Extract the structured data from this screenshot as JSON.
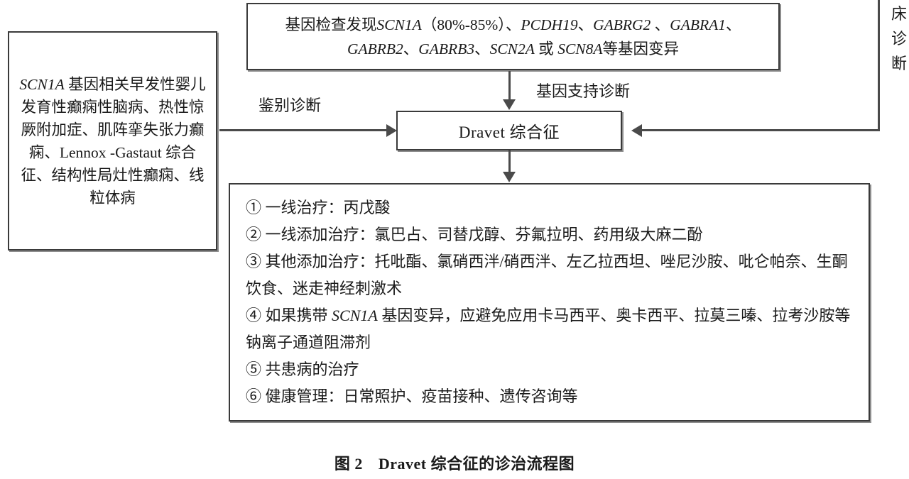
{
  "figure": {
    "caption_number": "图 2",
    "caption_title": "Dravet 综合征的诊治流程图"
  },
  "nodes": {
    "gene_box": {
      "line1_pre": "基因检查发现",
      "line1_gene1": "SCN1A",
      "line1_pct": "（80%-85%）、",
      "line1_gene2": "PCDH19",
      "line1_sep2": "、",
      "line1_gene3": "GABRG2",
      "line1_sep3": " 、",
      "line1_gene4": "GABRA1",
      "line1_sep4": "、",
      "line2_gene1": "GABRB2",
      "line2_sep1": "、",
      "line2_gene2": "GABRB3",
      "line2_sep2": "、",
      "line2_gene3": "SCN2A",
      "line2_or": " 或 ",
      "line2_gene4": "SCN8A",
      "line2_tail": "等基因变异",
      "full_text": "基因检查发现SCN1A（80%-85%）、PCDH19、GABRG2 、GABRA1、GABRB2、GABRB3、SCN2A 或 SCN8A等基因变异"
    },
    "differential_box": {
      "lead_gene": "SCN1A",
      "body_pre": " 基因相关早发性婴儿发育性癫痫性脑病、热性惊厥附加症、肌阵挛失张力癫痫、",
      "lennox": "Lennox -Gastaut",
      "body_post": " 综合征、结构性局灶性癫痫、线粒体病",
      "full_text": "SCN1A 基因相关早发性婴儿发育性癫痫性脑病、热性惊厥附加症、肌阵挛失张力癫痫、Lennox -Gastaut 综合征、结构性局灶性癫痫、线粒体病"
    },
    "dravet_box": {
      "label": "Dravet 综合征"
    },
    "treatment_box": {
      "items": [
        "① 一线治疗：丙戊酸",
        "② 一线添加治疗：氯巴占、司替戊醇、芬氟拉明、药用级大麻二酚",
        "③ 其他添加治疗：托吡酯、氯硝西泮/硝西泮、左乙拉西坦、唑尼沙胺、吡仑帕奈、生酮饮食、迷走神经刺激术",
        "④ 如果携带 SCN1A 基因变异，应避免应用卡马西平、奥卡西平、拉莫三嗪、拉考沙胺等钠离子通道阻滞剂",
        "⑤ 共患病的治疗",
        "⑥ 健康管理：日常照护、疫苗接种、遗传咨询等"
      ],
      "item3_pre": "③ 其他添加治疗：托吡酯、氯硝西泮/硝西泮、左乙拉西坦、唑尼沙胺、吡仑帕奈、生酮饮食、迷走神经刺激术",
      "item4_pre": "④ 如果携带 ",
      "item4_gene": "SCN1A",
      "item4_post": " 基因变异，应避免应用卡马西平、奥卡西平、拉莫三嗪、拉考沙胺等钠离子通道阻滞剂"
    }
  },
  "edges": {
    "differential_label": "鉴别诊断",
    "gene_support_label": "基因支持诊断",
    "clinical_label_chars": [
      "床",
      "诊",
      "断"
    ],
    "clinical_label_text": "床诊断"
  },
  "colors": {
    "line": "#4a4a4a",
    "border": "#3a3a3a",
    "shadow": "#8d8d8d",
    "text": "#1a1a1a",
    "background": "#ffffff"
  }
}
